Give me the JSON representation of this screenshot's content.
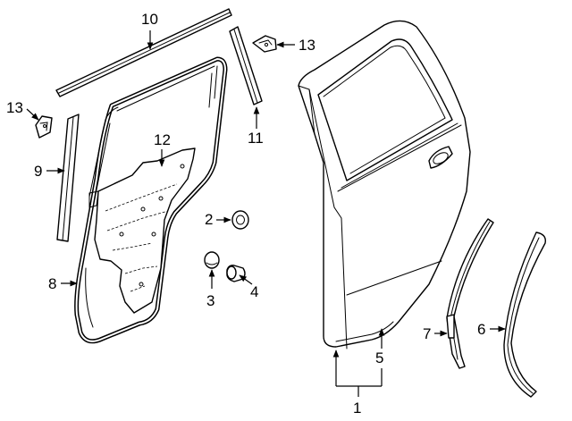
{
  "diagram": {
    "callouts": [
      {
        "id": "c1",
        "label": "1"
      },
      {
        "id": "c2",
        "label": "2"
      },
      {
        "id": "c3",
        "label": "3"
      },
      {
        "id": "c4",
        "label": "4"
      },
      {
        "id": "c5",
        "label": "5"
      },
      {
        "id": "c6",
        "label": "6"
      },
      {
        "id": "c7",
        "label": "7"
      },
      {
        "id": "c8",
        "label": "8"
      },
      {
        "id": "c9",
        "label": "9"
      },
      {
        "id": "c10",
        "label": "10"
      },
      {
        "id": "c11",
        "label": "11"
      },
      {
        "id": "c12",
        "label": "12"
      },
      {
        "id": "c13a",
        "label": "13"
      },
      {
        "id": "c13b",
        "label": "13"
      }
    ]
  }
}
